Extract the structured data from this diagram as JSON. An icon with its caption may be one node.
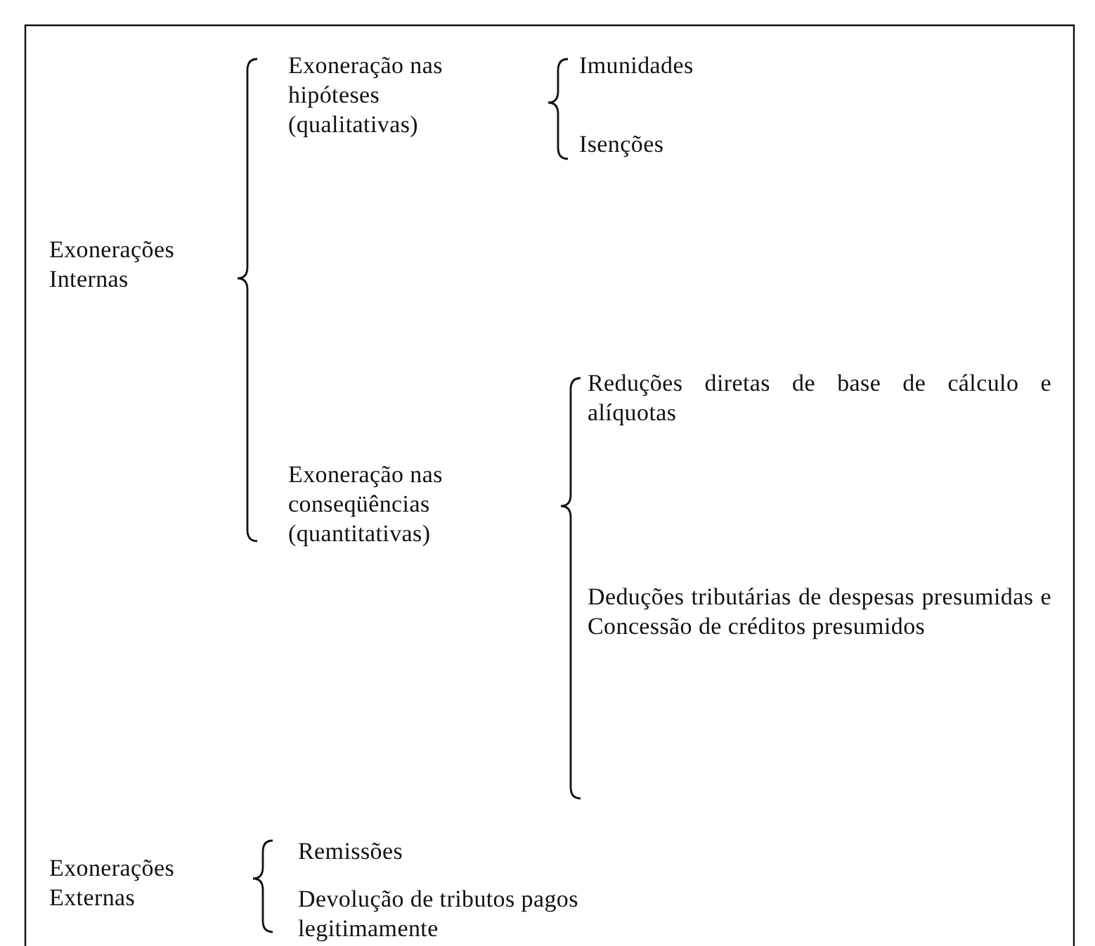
{
  "diagram": {
    "labels": [
      "Exoneração nas hipóteses (qualitativas)",
      "Imunidades",
      "Isenções",
      "Exonerações Internas",
      "Reduções diretas de base de cálculo e alíquotas",
      "Exoneração nas conseqüências (quantitativas)",
      "Deduções tributárias de despesas presumidas e Concessão de créditos presumidos",
      "Remissões",
      "Exonerações Externas",
      "Devolução de tributos pagos legitimamente"
    ]
  }
}
